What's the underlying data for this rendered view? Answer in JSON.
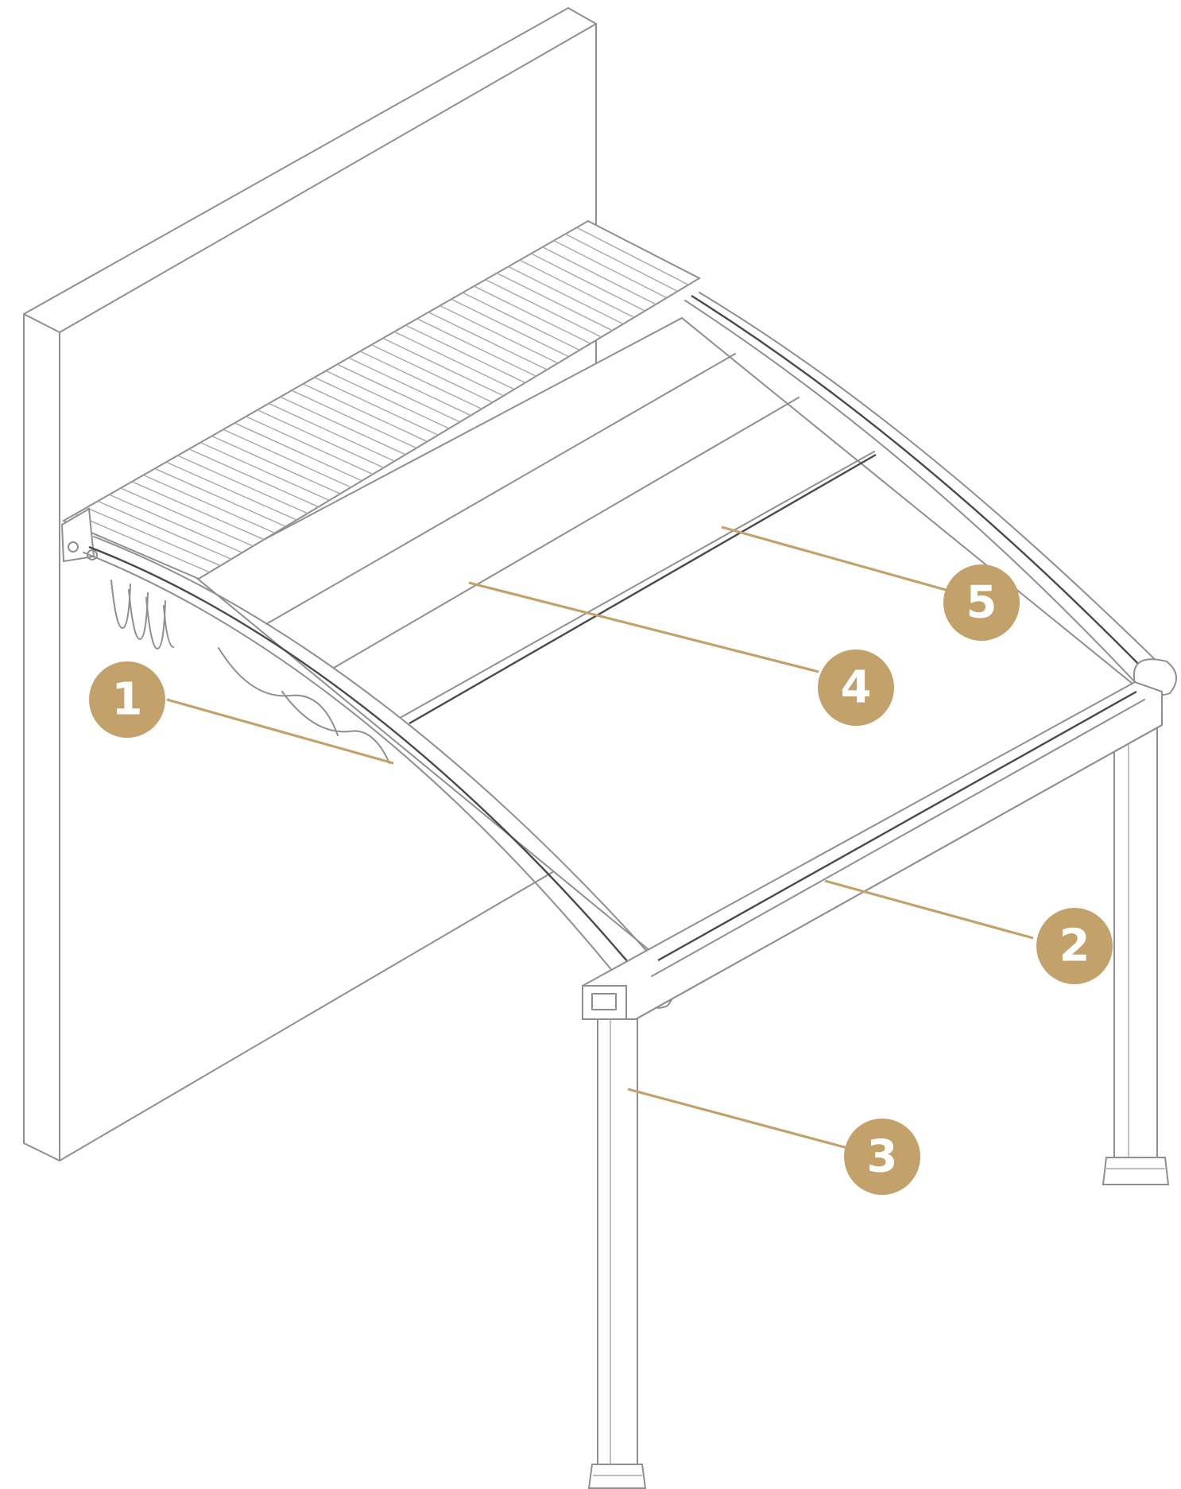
{
  "callouts": [
    {
      "number": "1",
      "color": "#c2a26a"
    },
    {
      "number": "2",
      "color": "#c2a26a"
    },
    {
      "number": "3",
      "color": "#c2a26a"
    },
    {
      "number": "4",
      "color": "#c2a26a"
    },
    {
      "number": "5",
      "color": "#c2a26a"
    }
  ],
  "colors": {
    "accent": "#c2a26a",
    "linework": "#8f8f8f",
    "background": "#ffffff"
  }
}
